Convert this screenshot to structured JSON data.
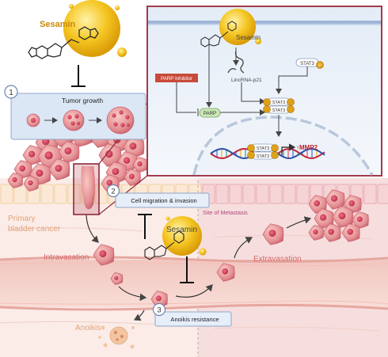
{
  "labels": {
    "sesamin_top": "Sesamin",
    "sesamin_inset": "Sesamin",
    "sesamin_mid": "Sesamin",
    "step1_num": "1",
    "step1_label": "Tumor growth",
    "step2_num": "2",
    "step2_label": "Cell migration & invasion",
    "step3_num": "3",
    "step3_label": "Anoikis resistance",
    "primary_line1": "Primary",
    "primary_line2": "bladder cancer",
    "site_metastasis": "Site of Metastasis",
    "intravasation": "Intravasation",
    "extravasation": "Extravasation",
    "anoikis": "Anoikis",
    "parp_inhibitor": "PARP Inhibitor",
    "parp": "PARP",
    "lincrna": "LincRNA-p21",
    "stat3_free": "STAT3",
    "stat3_dimer_top": "STAT3",
    "stat3_dimer_bottom": "STAT3",
    "stat3_dna_top": "STAT3",
    "stat3_dna_bottom": "STAT3",
    "mmp2": "↑MMP2",
    "phospho": "P"
  },
  "colors": {
    "tumor": "#e89a9a",
    "tumor_dark": "#c85a6a",
    "sesamin": "#f2c21a",
    "inset_border": "#a33a4a",
    "parp_inhibitor_fill": "#c84a3a",
    "parp_fill": "#c9e8b4",
    "mmp2": "#c01e2e",
    "tissue": "#f7dcd6"
  }
}
